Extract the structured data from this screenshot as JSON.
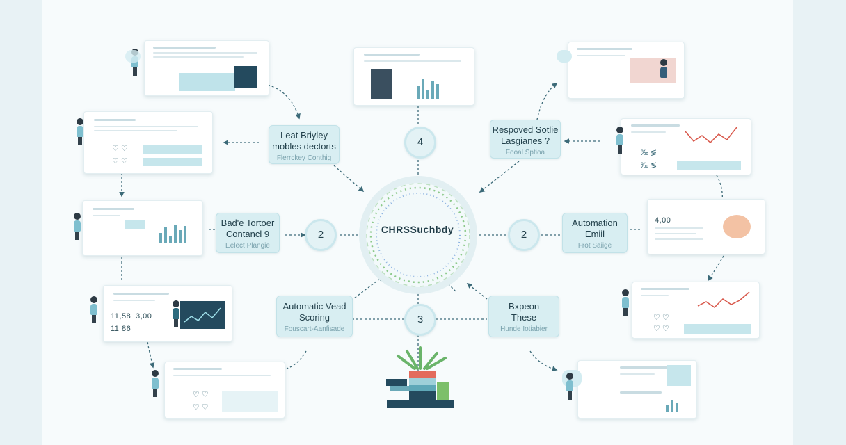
{
  "hub": {
    "label": "CHRSSuchbdy"
  },
  "steps": [
    "4",
    "2",
    "2",
    "3"
  ],
  "boxes": [
    {
      "title": "Leat Briyley\nmobles dectorts",
      "sub": "Flerrckey Conthig"
    },
    {
      "title": "Respoved Sotlie\nLasgianes ?",
      "sub": "Fooal Sptioa"
    },
    {
      "title": "Bad'e Tortoer\nContancl 9",
      "sub": "Eelect Plangie"
    },
    {
      "title": "Automation\nEmiil",
      "sub": "Frot Saiige"
    },
    {
      "title": "Automatic Vead\nScoring",
      "sub": "Fouscart-Aanfisade"
    },
    {
      "title": "Bxpeon\nThese",
      "sub": "Hunde Iotiabier"
    }
  ],
  "card_texts": {
    "left3_num_a": "11,58",
    "left3_num_b": "3,00",
    "left3_num_c": "11 86",
    "right2_num": "4,00"
  },
  "colors": {
    "accent": "#6aa9b8",
    "box": "#d8eef2",
    "dark": "#244a5e"
  }
}
